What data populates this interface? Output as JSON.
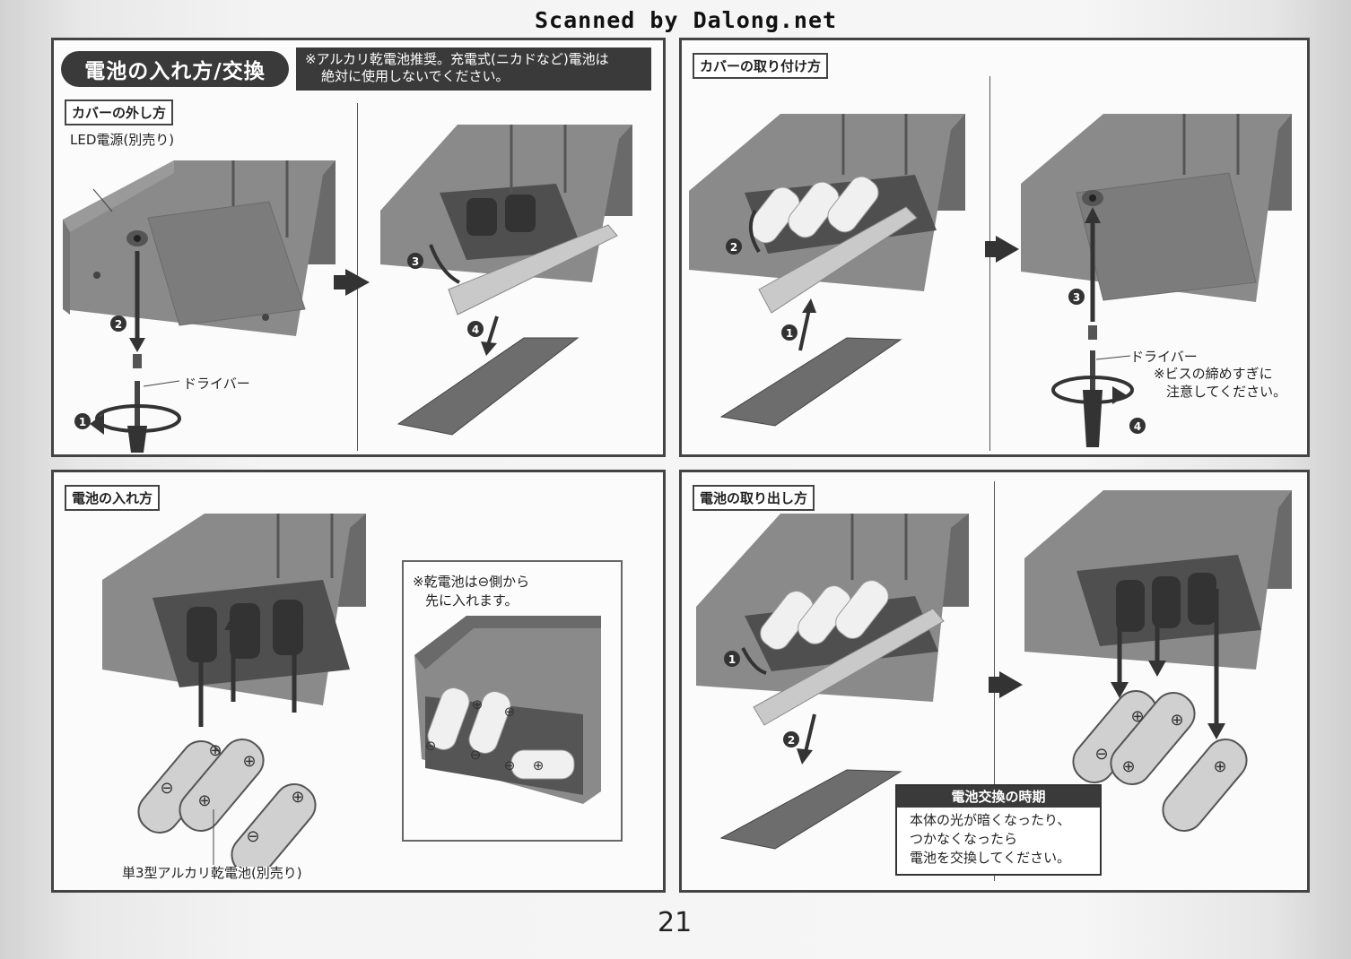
{
  "scan_credit": "Scanned by Dalong.net",
  "page_number": "21",
  "panels": {
    "cover_removal": {
      "section_title": "電池の入れ方/交換",
      "note": [
        "※アルカリ乾電池推奨。充電式(ニカドなど)電池は",
        "絶対に使用しないでください。"
      ],
      "subheading": "カバーの外し方",
      "callout_led": "LED電源(別売り)",
      "callout_driver": "ドライバー",
      "steps": [
        "1",
        "2",
        "3",
        "4"
      ]
    },
    "cover_attach": {
      "subheading": "カバーの取り付け方",
      "callout_driver": "ドライバー",
      "caution": [
        "※ビスの締めすぎに",
        "注意してください。"
      ],
      "steps": [
        "1",
        "2",
        "3",
        "4"
      ]
    },
    "battery_insert": {
      "subheading": "電池の入れ方",
      "inset_note": [
        "※乾電池は⊖側から",
        "先に入れます。"
      ],
      "battery_caption": "単3型アルカリ乾電池(別売り)"
    },
    "battery_remove": {
      "subheading": "電池の取り出し方",
      "steps": [
        "1",
        "2"
      ],
      "timing_title": "電池交換の時期",
      "timing_body": [
        "本体の光が暗くなったり、",
        "つかなくなったら",
        "電池を交換してください。"
      ]
    }
  },
  "colors": {
    "frame": "#444444",
    "dark_label": "#3a3a3a",
    "device": "#8a8a8a",
    "device_dark": "#5e5e5e"
  }
}
